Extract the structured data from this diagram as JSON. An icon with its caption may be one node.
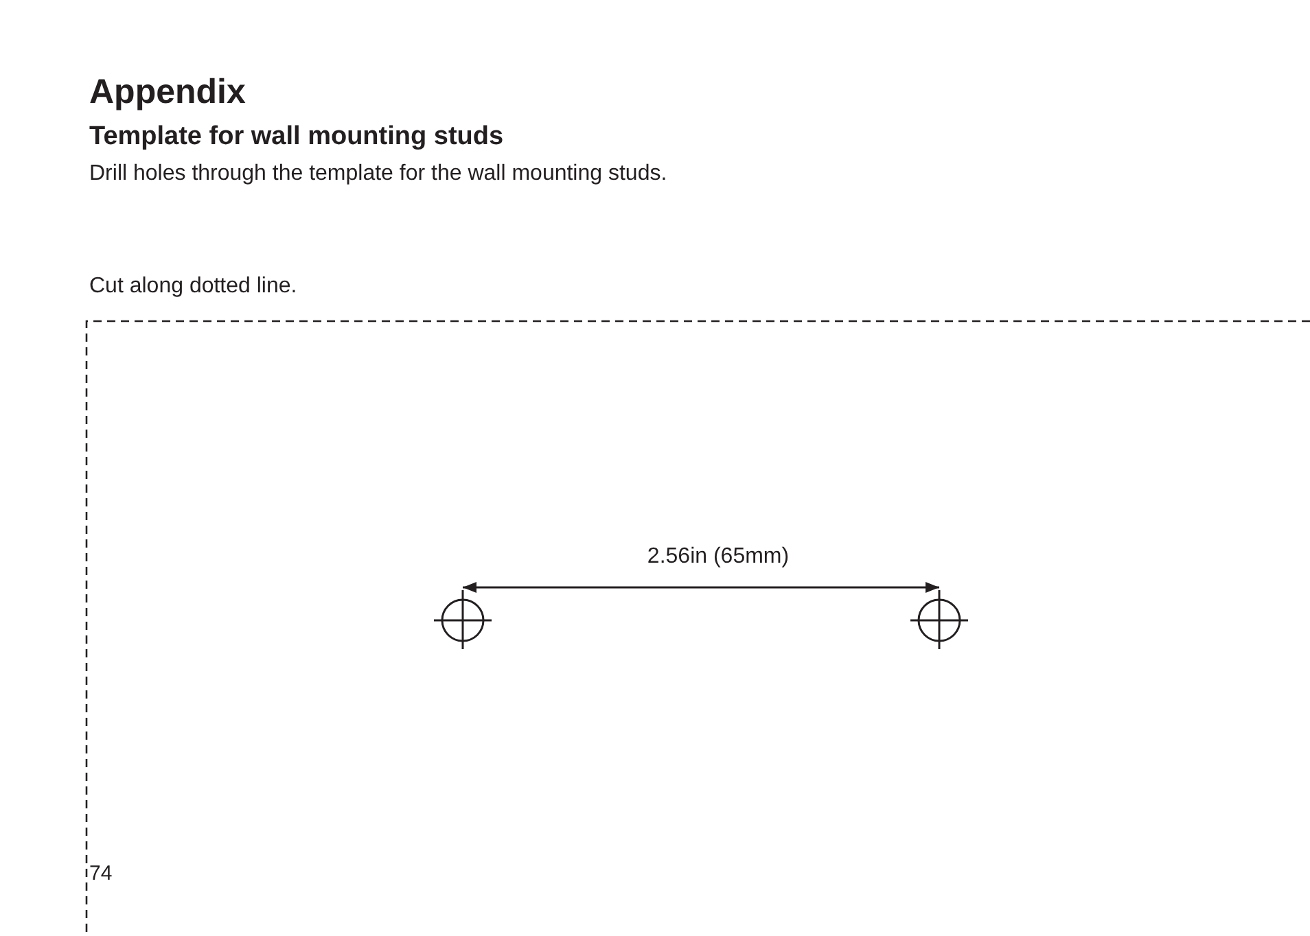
{
  "diagram": {
    "title": "Appendix",
    "labels": [
      "Template for wall mounting studs",
      "Drill holes through the template for the wall mounting studs.",
      "Cut along dotted line.",
      "2.56in (65mm)",
      "74"
    ]
  }
}
